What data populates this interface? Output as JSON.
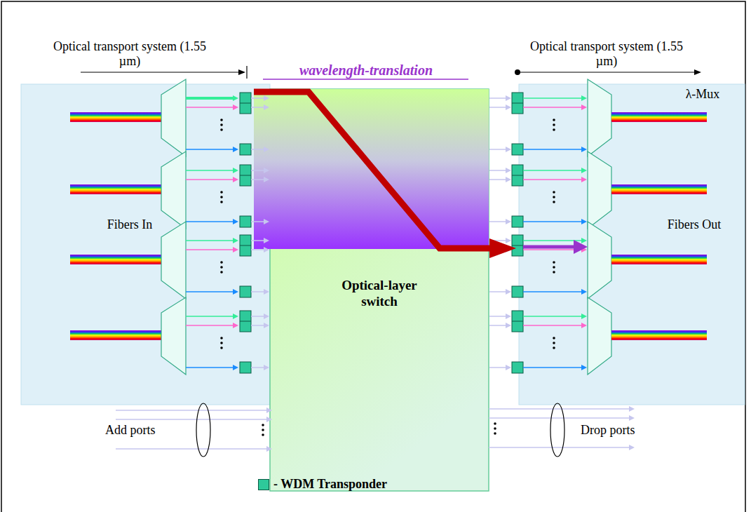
{
  "diagram": {
    "nodes": [
      {
        "text": [
          "Fibers In"
        ]
      },
      {
        "text": [
          "Optical-layer switch"
        ]
      },
      {
        "text": [
          "Fibers Out"
        ]
      }
    ],
    "labels": [
      "Optical transport system (1.55 µm)",
      "Optical transport system (1.55 µm)",
      "wavelength-translation",
      "λ-Mux",
      "Add ports",
      "Drop ports"
    ],
    "legend": [
      {
        "text": "- WDM Transponder",
        "color": "#2ec99a"
      }
    ]
  }
}
